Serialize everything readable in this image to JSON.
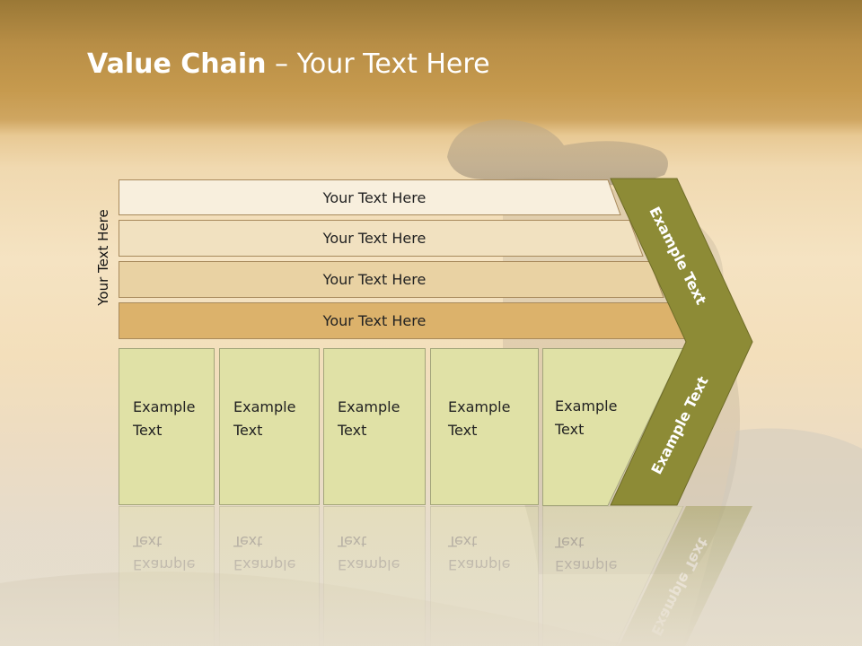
{
  "slide": {
    "title_bold": "Value Chain",
    "title_rest": " – Your Text Here",
    "side_label": "Your Text Here"
  },
  "rows": [
    {
      "label": "Your Text Here"
    },
    {
      "label": "Your Text Here"
    },
    {
      "label": "Your Text Here"
    },
    {
      "label": "Your Text Here"
    }
  ],
  "cells": [
    {
      "line1": "Example",
      "line2": "Text"
    },
    {
      "line1": "Example",
      "line2": "Text"
    },
    {
      "line1": "Example",
      "line2": "Text"
    },
    {
      "line1": "Example",
      "line2": "Text"
    },
    {
      "line1": "Example",
      "line2": "Text"
    }
  ],
  "chevron": {
    "upper_label": "Example Text",
    "lower_label": "Example Text"
  },
  "colors": {
    "row_fills": [
      "#f8efdd",
      "#f1e1c0",
      "#e9d2a3",
      "#dcb26b"
    ],
    "cell_fill": "#e0e1a6",
    "chevron_fill": "#8d8b36",
    "title_color": "#ffffff"
  }
}
